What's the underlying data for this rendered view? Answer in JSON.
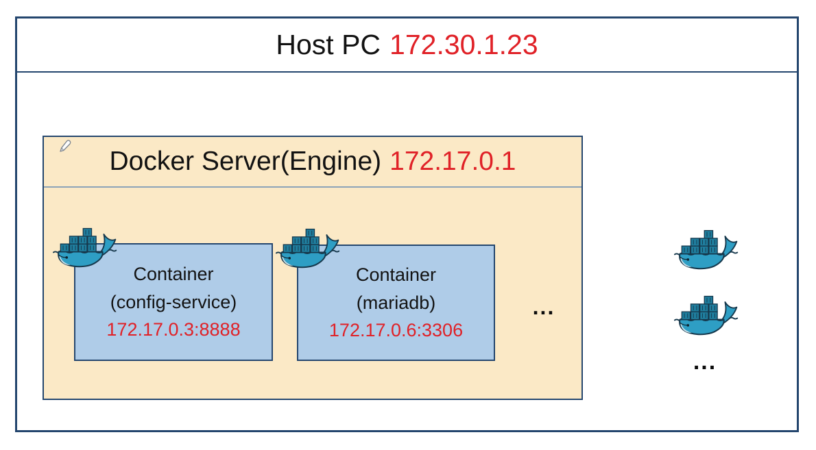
{
  "host": {
    "title": "Host PC",
    "ip": "172.30.1.23"
  },
  "docker_server": {
    "title": "Docker Server(Engine)",
    "ip": "172.17.0.1",
    "more_containers": "...",
    "containers": [
      {
        "kind": "Container",
        "name": "(config-service)",
        "address": "172.17.0.3:8888"
      },
      {
        "kind": "Container",
        "name": "(mariadb)",
        "address": "172.17.0.6:3306"
      }
    ]
  },
  "host_area": {
    "more_instances": "..."
  },
  "icons": {
    "docker_whale": "whale-with-container-stack",
    "pencil": "✎"
  },
  "colors": {
    "ip_red": "#E02127",
    "border_navy": "#24466E",
    "server_bg": "#FBE9C6",
    "container_bg": "#AFCCE8",
    "whale_teal": "#2E9EC4"
  }
}
